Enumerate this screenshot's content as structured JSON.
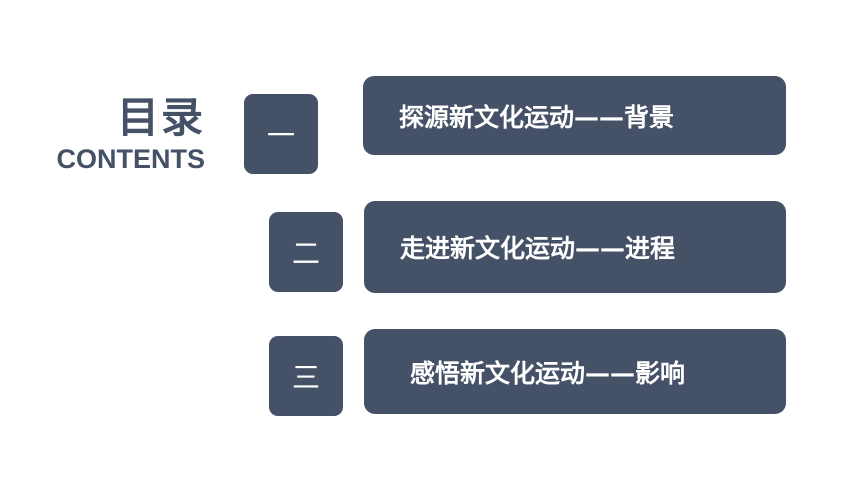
{
  "title": {
    "cn": "目录",
    "en": "CONTENTS"
  },
  "items": [
    {
      "number": "一",
      "label": "探源新文化运动——背景"
    },
    {
      "number": "二",
      "label": "走进新文化运动——进程"
    },
    {
      "number": "三",
      "label": "感悟新文化运动——影响"
    }
  ],
  "colors": {
    "accent": "#455166",
    "background": "#ffffff",
    "text_on_accent": "#ffffff"
  }
}
